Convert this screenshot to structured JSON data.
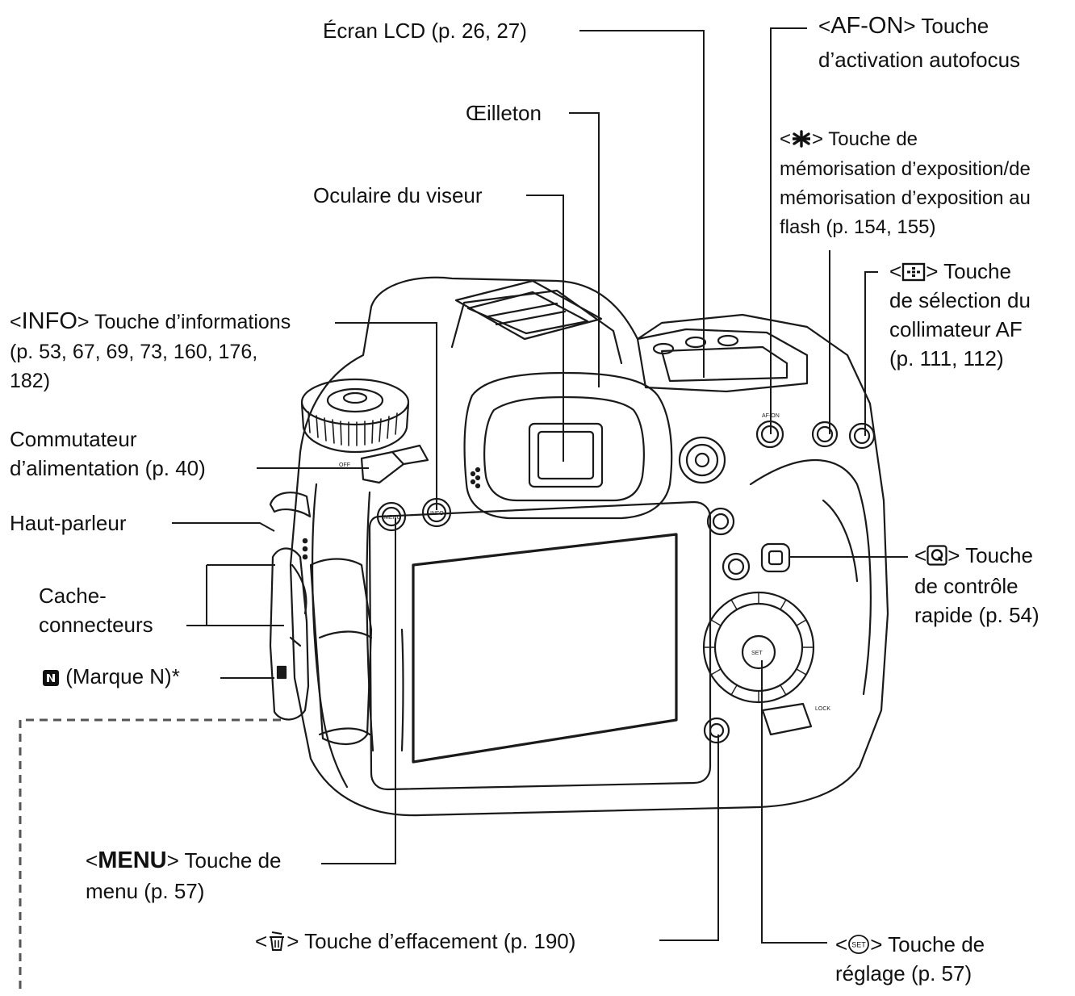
{
  "labels": {
    "ecran_lcd": "Écran LCD (p. 26, 27)",
    "af_on_l1": "Touche",
    "af_on_l2": "d’activation autofocus",
    "oeilleton": "Œilleton",
    "ae_lock_l1": "Touche de",
    "ae_lock_l2": "mémorisation d’exposition/de",
    "ae_lock_l3": "mémorisation d’exposition au",
    "ae_lock_l4": "flash (p. 154, 155)",
    "oculaire": "Oculaire du viseur",
    "af_point_l1": "Touche",
    "af_point_l2": "de sélection du",
    "af_point_l3": "collimateur AF",
    "af_point_l4": "(p. 111, 112)",
    "info_l1": "Touche d’informations",
    "info_l2": "(p. 53, 67, 69, 73, 160, 176,",
    "info_l3": "182)",
    "power_l1": "Commutateur",
    "power_l2": "d’alimentation (p. 40)",
    "speaker": "Haut-parleur",
    "cover_l1": "Cache-",
    "cover_l2": "connecteurs",
    "nmark": "(Marque N)*",
    "quick_l1": "Touche",
    "quick_l2": "de contrôle",
    "quick_l3": "rapide (p. 54)",
    "menu_l1": "Touche de",
    "menu_l2": "menu (p. 57)",
    "erase": "Touche d’effacement (p. 190)",
    "set_l1": "Touche de",
    "set_l2": "réglage (p. 57)"
  },
  "symbols": {
    "af_on": "AF-ON",
    "info": "INFO",
    "menu": "MENU",
    "set": "SET",
    "open": "<",
    "close": ">"
  },
  "camera_marks": {
    "af_on": "AF-ON",
    "lock": "LOCK",
    "menu": "MENU",
    "info": "INFO",
    "set": "SET",
    "power": "OFF"
  }
}
